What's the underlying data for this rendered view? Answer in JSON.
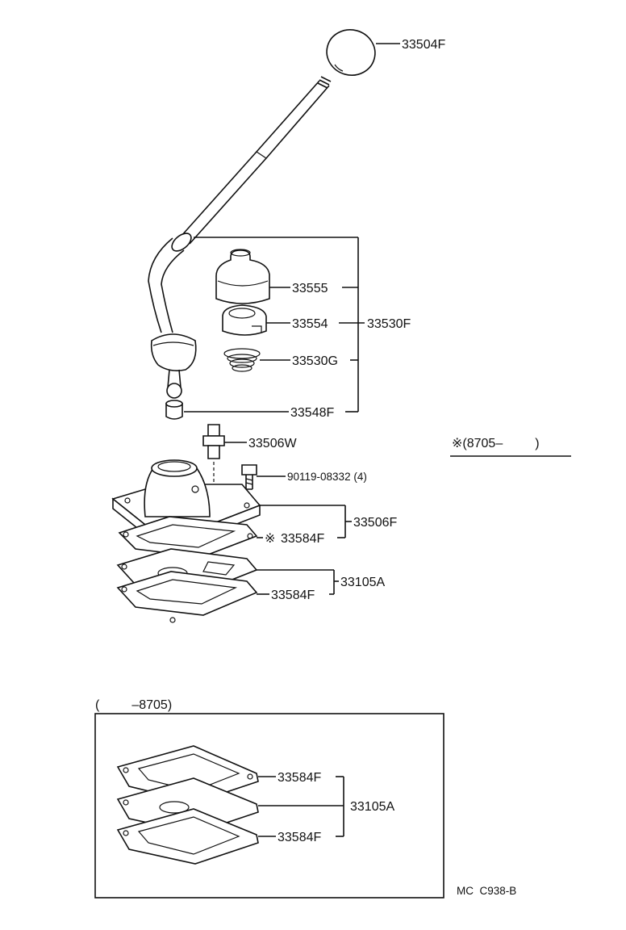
{
  "labels": {
    "knob": "33504F",
    "boot_top": "33555",
    "retainer": "33554",
    "seat_spring": "33530G",
    "bushing": "33548F",
    "lever_assy": "33530F",
    "pin": "33506W",
    "bolt": "90119-08332 (4)",
    "retainer_assy": "33506F",
    "gasket_upper_mark": "※",
    "gasket_upper": "33584F",
    "gasket_lower": "33584F",
    "gasket_set": "33105A",
    "date_note_new": "※(8705–         )",
    "date_note_old": "(         –8705)",
    "inset_gasket_upper": "33584F",
    "inset_gasket_set": "33105A",
    "inset_gasket_lower": "33584F",
    "figure_code": "MC  C938-B"
  }
}
